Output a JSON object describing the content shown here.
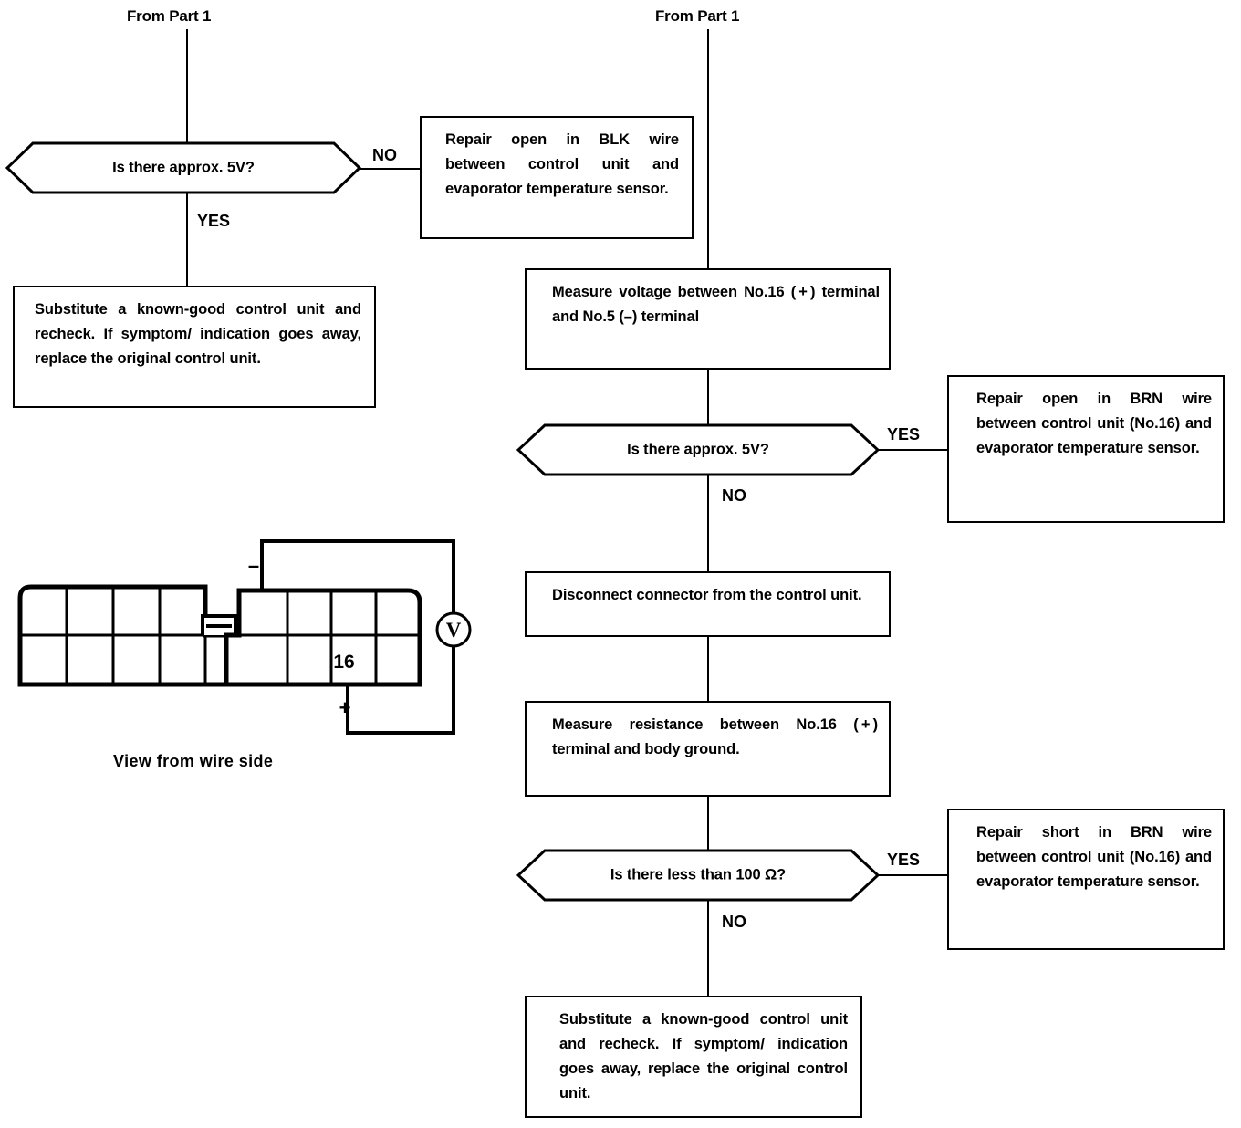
{
  "diagram": {
    "title_left": "From Part 1",
    "title_right": "From Part 1",
    "labels": {
      "yes": "YES",
      "no": "NO"
    },
    "left_branch": {
      "decision": "Is there approx. 5V?",
      "no_label": "NO",
      "yes_label": "YES",
      "no_action": "Repair open in BLK wire between control unit and evaporator temperature sensor.",
      "yes_action": "Substitute a known-good control unit and recheck. If symptom/ indication goes away, replace the original control unit."
    },
    "right_branch": {
      "step_measure_voltage": "Measure voltage between No.16 ( + ) terminal and No.5 (–) terminal",
      "decision_voltage": "Is there approx. 5V?",
      "decision_voltage_yes_label": "YES",
      "decision_voltage_no_label": "NO",
      "repair_open_brn": "Repair open in BRN wire between control unit (No.16) and evaporator temperature sensor.",
      "step_disconnect": "Disconnect connector from the control unit.",
      "step_measure_resistance": "Measure resistance between No.16 ( + ) terminal and body ground.",
      "decision_resistance": "Is there less than 100 Ω?",
      "decision_resistance_yes_label": "YES",
      "decision_resistance_no_label": "NO",
      "repair_short_brn": "Repair short in BRN wire between control unit (No.16) and evaporator temperature sensor.",
      "final_action": "Substitute a known-good control unit and recheck. If symptom/ indication goes away, replace the original control unit."
    }
  },
  "connector_illustration": {
    "caption": "View from wire side",
    "terminal_number": "16",
    "meter_symbol": "V",
    "negative_lead_label": "–",
    "positive_lead_label": "+"
  },
  "colors": {
    "ink": "#000000",
    "paper": "#ffffff"
  }
}
